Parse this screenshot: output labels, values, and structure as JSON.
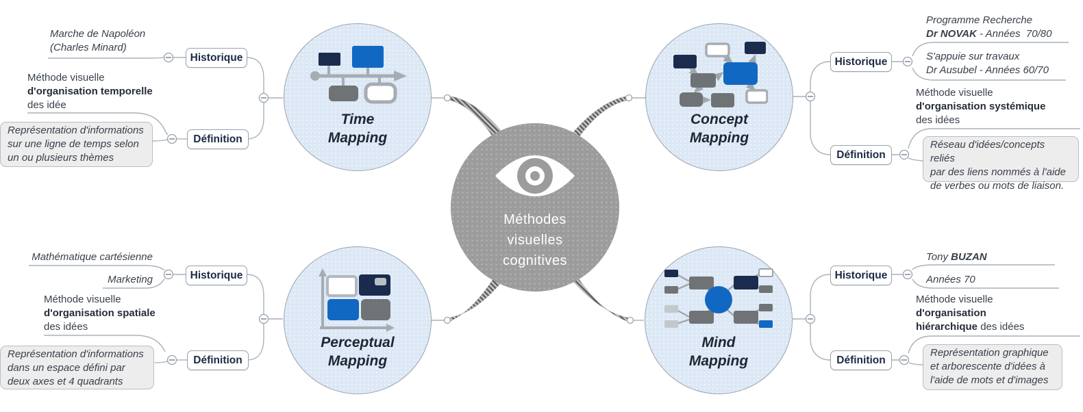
{
  "center": {
    "title": "Méthodes\nvisuelles\ncognitives",
    "icon": "eye-icon"
  },
  "buttons": {
    "historique": "Historique",
    "definition": "Définition"
  },
  "topics": {
    "time": {
      "title": "Time\nMapping",
      "icon": "timeline-icon",
      "historique": {
        "item1": "Marche de Napoléon\n(Charles Minard)"
      },
      "definition": {
        "method_l1": "Méthode visuelle",
        "method_l2": "d'organisation temporelle",
        "method_l3": "des idée",
        "box": "Représentation d'informations\nsur une ligne de temps selon\nun ou plusieurs thèmes"
      }
    },
    "concept": {
      "title": "Concept\nMapping",
      "icon": "concept-map-icon",
      "historique": {
        "item1_l1": "Programme Recherche",
        "item1_bold": "Dr NOVAK",
        "item1_rest": " - Années  70/80",
        "item2": "S'appuie sur travaux\nDr Ausubel - Années 60/70"
      },
      "definition": {
        "method_l1": "Méthode visuelle",
        "method_l2": "d'organisation systémique",
        "method_l3": "des idées",
        "box": "Réseau d'idées/concepts reliés\npar des liens nommés à l'aide\nde verbes ou mots de liaison."
      }
    },
    "perceptual": {
      "title": "Perceptual\nMapping",
      "icon": "quadrant-chart-icon",
      "historique": {
        "item1": "Mathématique cartésienne",
        "item2": "Marketing"
      },
      "definition": {
        "method_l1": "Méthode visuelle",
        "method_l2": "d'organisation spatiale",
        "method_l3": "des idées",
        "box": "Représentation d'informations\ndans un espace défini par\ndeux axes et 4 quadrants"
      }
    },
    "mind": {
      "title": "Mind\nMapping",
      "icon": "mind-map-icon",
      "historique": {
        "item1_pre": "Tony ",
        "item1_bold": "BUZAN",
        "item2": "Années 70"
      },
      "definition": {
        "method_l1": "Méthode visuelle",
        "method_l2": "d'organisation",
        "method_l3_bold": "hiérarchique",
        "method_l3_rest": " des idées",
        "box": "Représentation graphique\net arborescente d'idées à\nl'aide de mots et d'images"
      }
    }
  },
  "colors": {
    "accent_blue": "#1168c2",
    "navy": "#1b2b4d",
    "topic_fill": "#dce8f5",
    "center_fill": "#9c9c9c",
    "note_box_fill": "#ededed",
    "wire": "#aab1b8"
  }
}
